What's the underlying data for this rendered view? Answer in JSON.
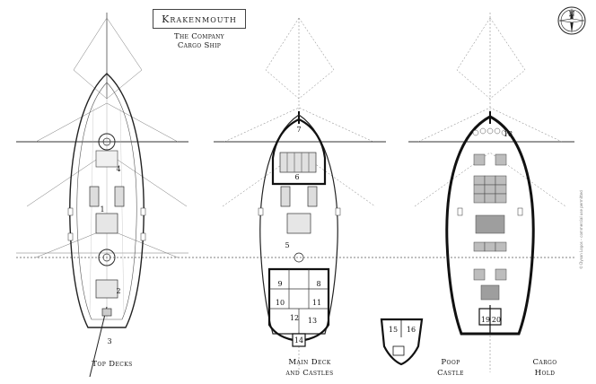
{
  "header": {
    "logo_text": "Krakenmouth",
    "title_line1": "The Company",
    "title_line2": "Cargo Ship"
  },
  "views": [
    {
      "id": "top",
      "caption": "Top Decks"
    },
    {
      "id": "main",
      "caption_line1": "Main Deck",
      "caption_line2": "and Castles"
    },
    {
      "id": "poop",
      "caption_line1": "Poop",
      "caption_line2": "Castle"
    },
    {
      "id": "hold",
      "caption_line1": "Cargo",
      "caption_line2": "Hold"
    }
  ],
  "room_labels": {
    "top": [
      "4",
      "1",
      "2",
      "3"
    ],
    "main": [
      "7",
      "6",
      "5",
      "9",
      "8",
      "10",
      "11",
      "12",
      "13",
      "14"
    ],
    "poop": [
      "15",
      "16"
    ],
    "hold": [
      "18",
      "19",
      "20"
    ]
  },
  "compass": {
    "letter": "N"
  },
  "copyright": "© Dyson Logos – commercial use permitted",
  "colors": {
    "ink": "#111111",
    "line": "#555555",
    "paper": "#ffffff"
  }
}
